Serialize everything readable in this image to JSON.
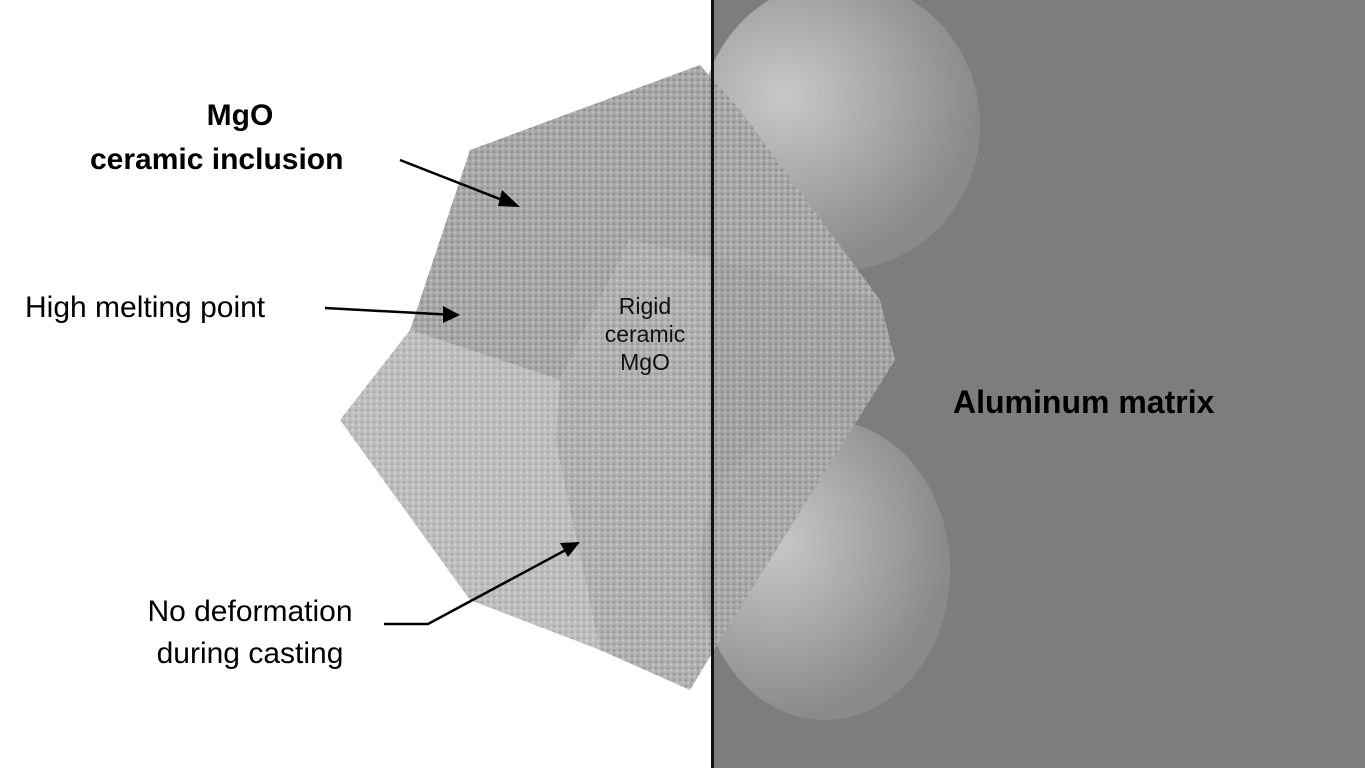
{
  "labels": {
    "mgo_title": "MgO",
    "mgo_subtitle": "ceramic inclusion",
    "high_melting": "High melting point",
    "no_deformation_1": "No deformation",
    "no_deformation_2": "during casting",
    "matrix": "Aluminum matrix",
    "inner_1": "Rigid",
    "inner_2": "ceramic",
    "inner_3": "MgO"
  },
  "colors": {
    "matrix": "#7d7d7d",
    "ceramic": "#a8a8a8",
    "background": "#ffffff"
  }
}
